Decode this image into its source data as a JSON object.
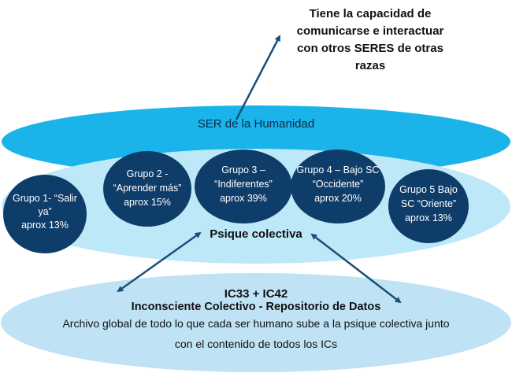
{
  "top_note": [
    "Tiene la capacidad de",
    "comunicarse e interactuar",
    "con otros SERES de otras",
    "razas"
  ],
  "ser_label": "SER de la Humanidad",
  "groups": [
    {
      "lines": [
        "Grupo 1- “Salir",
        "ya”",
        "aprox 13%"
      ]
    },
    {
      "lines": [
        "Grupo 2 -",
        "“Aprender más”",
        "aprox 15%"
      ]
    },
    {
      "lines": [
        "Grupo 3 –",
        "“Indiferentes”",
        "aprox 39%"
      ]
    },
    {
      "lines": [
        "Grupo 4 – Bajo SC",
        "“Occidente”",
        "aprox 20%"
      ]
    },
    {
      "lines": [
        "Grupo 5 Bajo",
        "SC “Oriente”",
        "aprox 13%"
      ]
    }
  ],
  "psique_label": "Psique colectiva",
  "inconsciente": {
    "line1": "IC33 + IC42",
    "line2": "Inconsciente Colectivo - Repositorio de Datos",
    "line3": "Archivo global de todo lo que cada ser humano sube a la psique colectiva junto",
    "line4": "con el contenido de todos los ICs"
  },
  "colors": {
    "ser": "#1ab4ea",
    "psique": "#bde8f8",
    "inconsciente": "#bfe3f5",
    "group": "#0f3d6a",
    "arrow": "#1a4f7a"
  }
}
